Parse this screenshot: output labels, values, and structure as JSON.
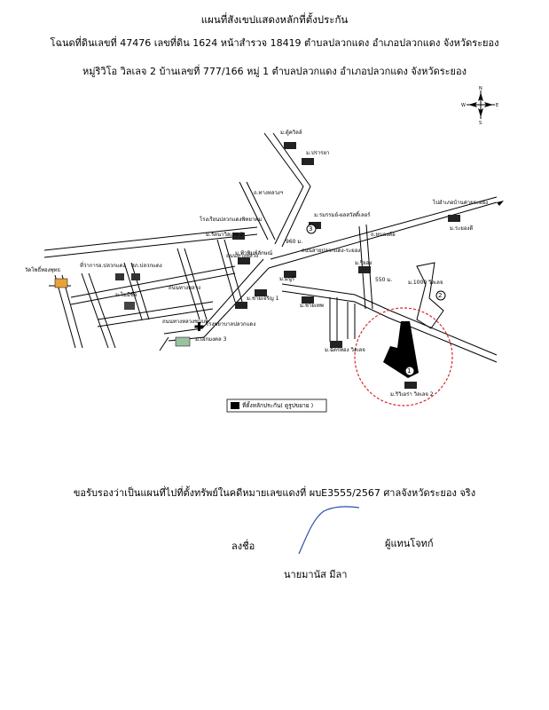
{
  "header": {
    "title": "แผนที่สังเขปแสดงหลักที่ตั้งประกัน",
    "line1": "โฉนดที่ดินเลขที่ 47476  เลขที่ดิน 1624  หน้าสำรวจ 18419  ตำบลปลวกแดง  อำเภอปลวกแดง  จังหวัดระยอง",
    "line2": "หมู่ริวิโอ วิลเลจ 2  บ้านเลขที่ 777/166  หมู่ 1 ตำบลปลวกแดง  อำเภอปลวกแดง  จังหวัดระยอง"
  },
  "compass": {
    "n": "N",
    "s": "S",
    "e": "E",
    "w": "W"
  },
  "map": {
    "labels": {
      "village_tukwin": "ม.ตู้ควิลล์",
      "village_prayanun": "ม.ปรารยา",
      "road_top": "ถ.ทางหลวงฯ",
      "school": "โรงเรียนปลวกแดงพิทยาคม",
      "village_ratee": "ม.รัตนาวิลเลจ 2",
      "village_poom": "ม.ฟ้าพิมพ์ลักษณ์",
      "road_kok": "ถนนทางหลวง",
      "village_ramaya": "ม.รมรรมย์-ผลสวัสดิ์เลอร์",
      "num_3": "3",
      "dist_960": "960 ม.",
      "road_main": "ถนนสายปลวกแดง-ระยอง",
      "to_rayong": "ไปอำเภอบ้านค่ายระยอง",
      "village_rayong": "ม.ระยองดี",
      "road_right": "ถ.หนองค้อ",
      "village_riyong": "ม.ริยอง",
      "dist_550": "550 ม.",
      "village_1000": "ม.1000 วิลเลจ",
      "num_2": "2",
      "temple": "วัดโพธิ์ทองพุทธ",
      "office_1": "ที่ว่าการอ.ปลวกแดง",
      "office_2": "สภ.ปลวกแดง",
      "village_mai": "ม.ไมมีชื่อ",
      "village_manu": "ม.มนูรี",
      "village_chai": "ม.ชายเทพ",
      "village_chaicheri": "ม.ชายเจริญ 1",
      "hospital": "โรงพยาบาลปลวกแดง",
      "village_ekkasan": "ม.เอกมงคล 3",
      "road_center": "ถนนทางหลวงชนบท",
      "road_kok2": "ถนนทางหลวง",
      "village_tamarit": "ม.ฉัตรทอง วิลเลจ",
      "num_1": "1",
      "village_riviera": "ม.ริวิเอร่า วิลเลจ 2",
      "legend": "ที่ตั้งหลักประกัน( ดูรูปขยาย )"
    }
  },
  "certification": "ขอรับรองว่าเป็นแผนที่ไปที่ตั้งทรัพย์ในคดีหมายเลขแดงที่ ผบE3555/2567 ศาลจังหวัดระยอง จริง",
  "signature": {
    "label": "ลงชื่อ",
    "role": "ผู้แทนโจทก์",
    "name": "นายมานัส   มีลา"
  },
  "colors": {
    "circle": "#d9262b",
    "ink": "#2c4ea8"
  }
}
